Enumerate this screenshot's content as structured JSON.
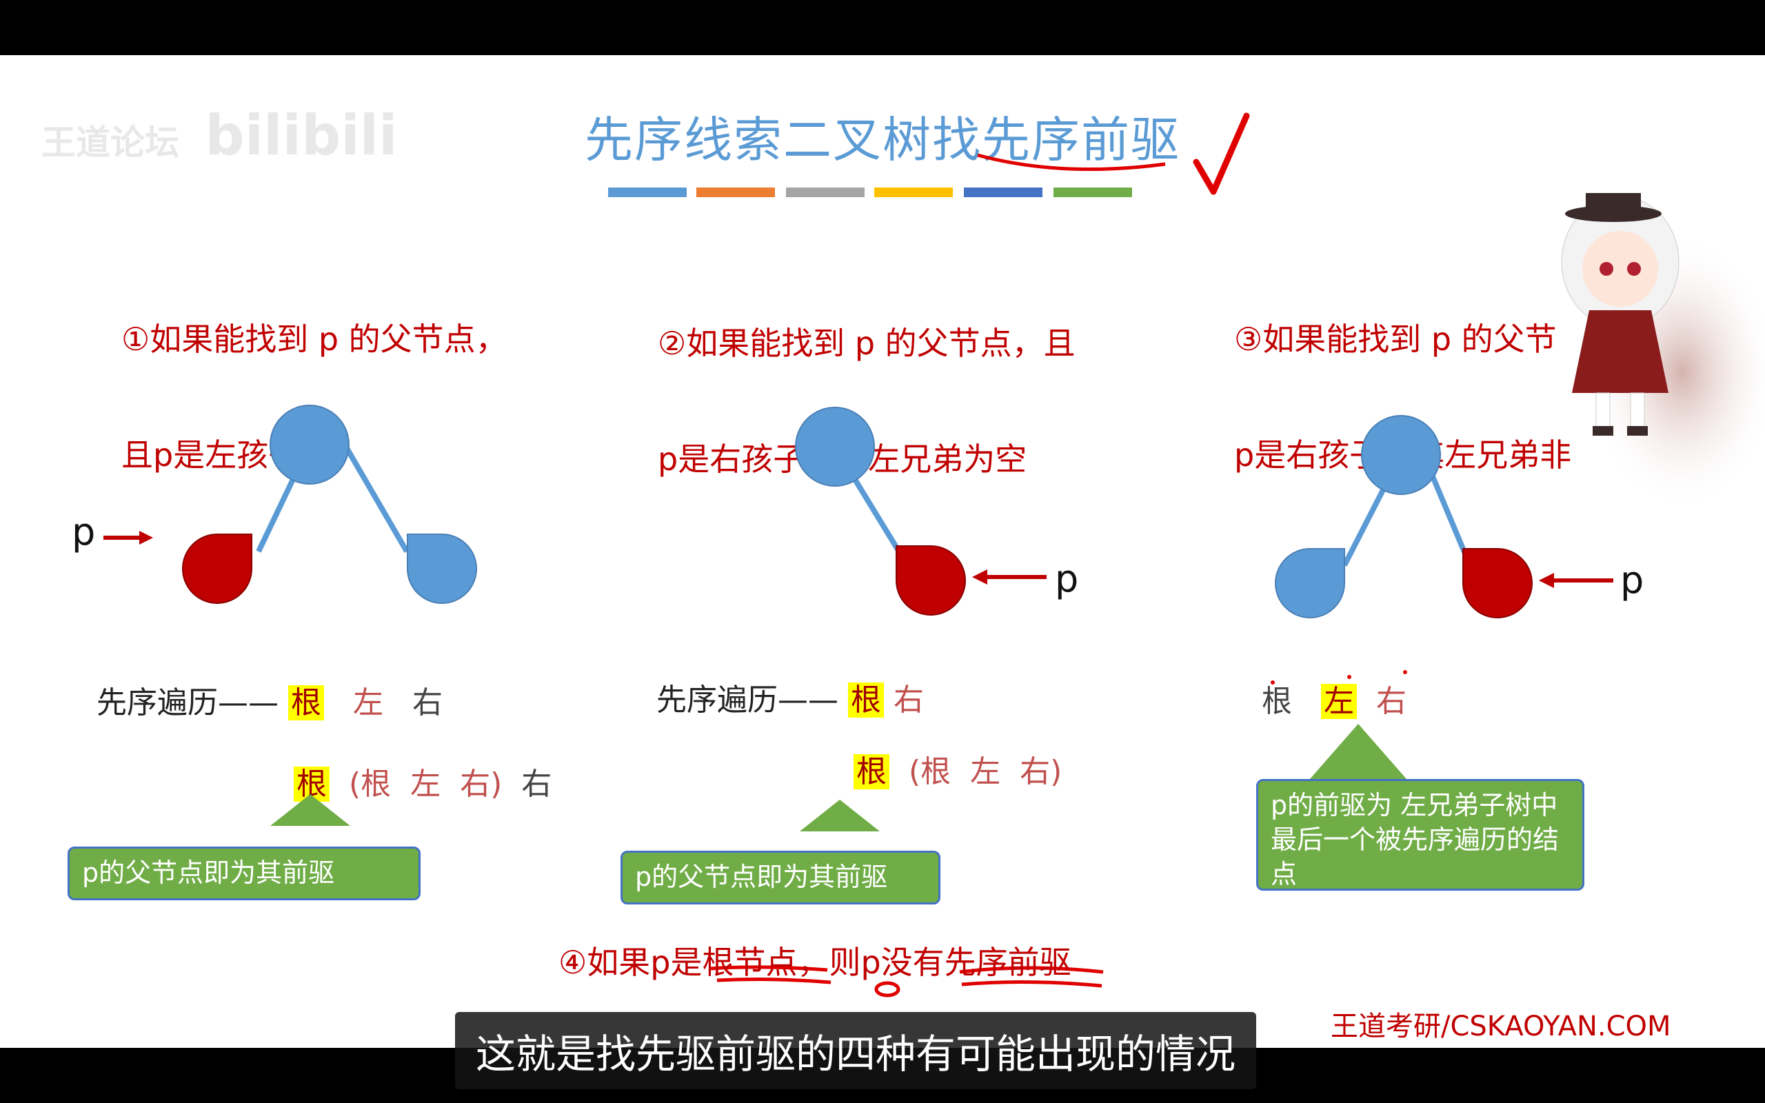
{
  "watermark": {
    "left": "王道论坛",
    "right": "bilibili"
  },
  "title": "先序线索二叉树找先序前驱",
  "title_colors": [
    "#5b9bd5",
    "#ed7d31",
    "#a5a5a5",
    "#ffc000",
    "#4472c4",
    "#70ad47"
  ],
  "cases": [
    {
      "line1": "①如果能找到 p 的父节点，",
      "line2": "且p是左孩子",
      "pointer": "p",
      "trav1": {
        "prefix": "先序遍历——",
        "root": "根",
        "left": "左",
        "right": "右"
      },
      "trav2": {
        "root": "根",
        "group": "(根  左  右)",
        "tail": "右"
      },
      "callout": "p的父节点即为其前驱"
    },
    {
      "line1": "②如果能找到 p 的父节点，且",
      "line2": "p是右孩子，其左兄弟为空",
      "pointer": "p",
      "trav1": {
        "prefix": "先序遍历——",
        "root": "根",
        "right": "右"
      },
      "trav2": {
        "root": "根",
        "group": "(根  左  右)"
      },
      "callout": "p的父节点即为其前驱"
    },
    {
      "line1": "③如果能找到 p 的父节",
      "line2": "p是右孩子，其左兄弟非",
      "pointer": "p",
      "trav1": {
        "root": "根",
        "left": "左",
        "right": "右"
      },
      "callout": "p的前驱为 左兄弟子树中最后一个被先序遍历的结点"
    }
  ],
  "case4": "④如果p是根节点，则p没有先序前驱",
  "brand": "王道考研/CSKAOYAN.COM",
  "subtitle": "这就是找先驱前驱的四种有可能出现的情况",
  "colors": {
    "node_blue": "#5b9bd5",
    "node_red": "#c00000",
    "callout_green": "#70ad47"
  }
}
